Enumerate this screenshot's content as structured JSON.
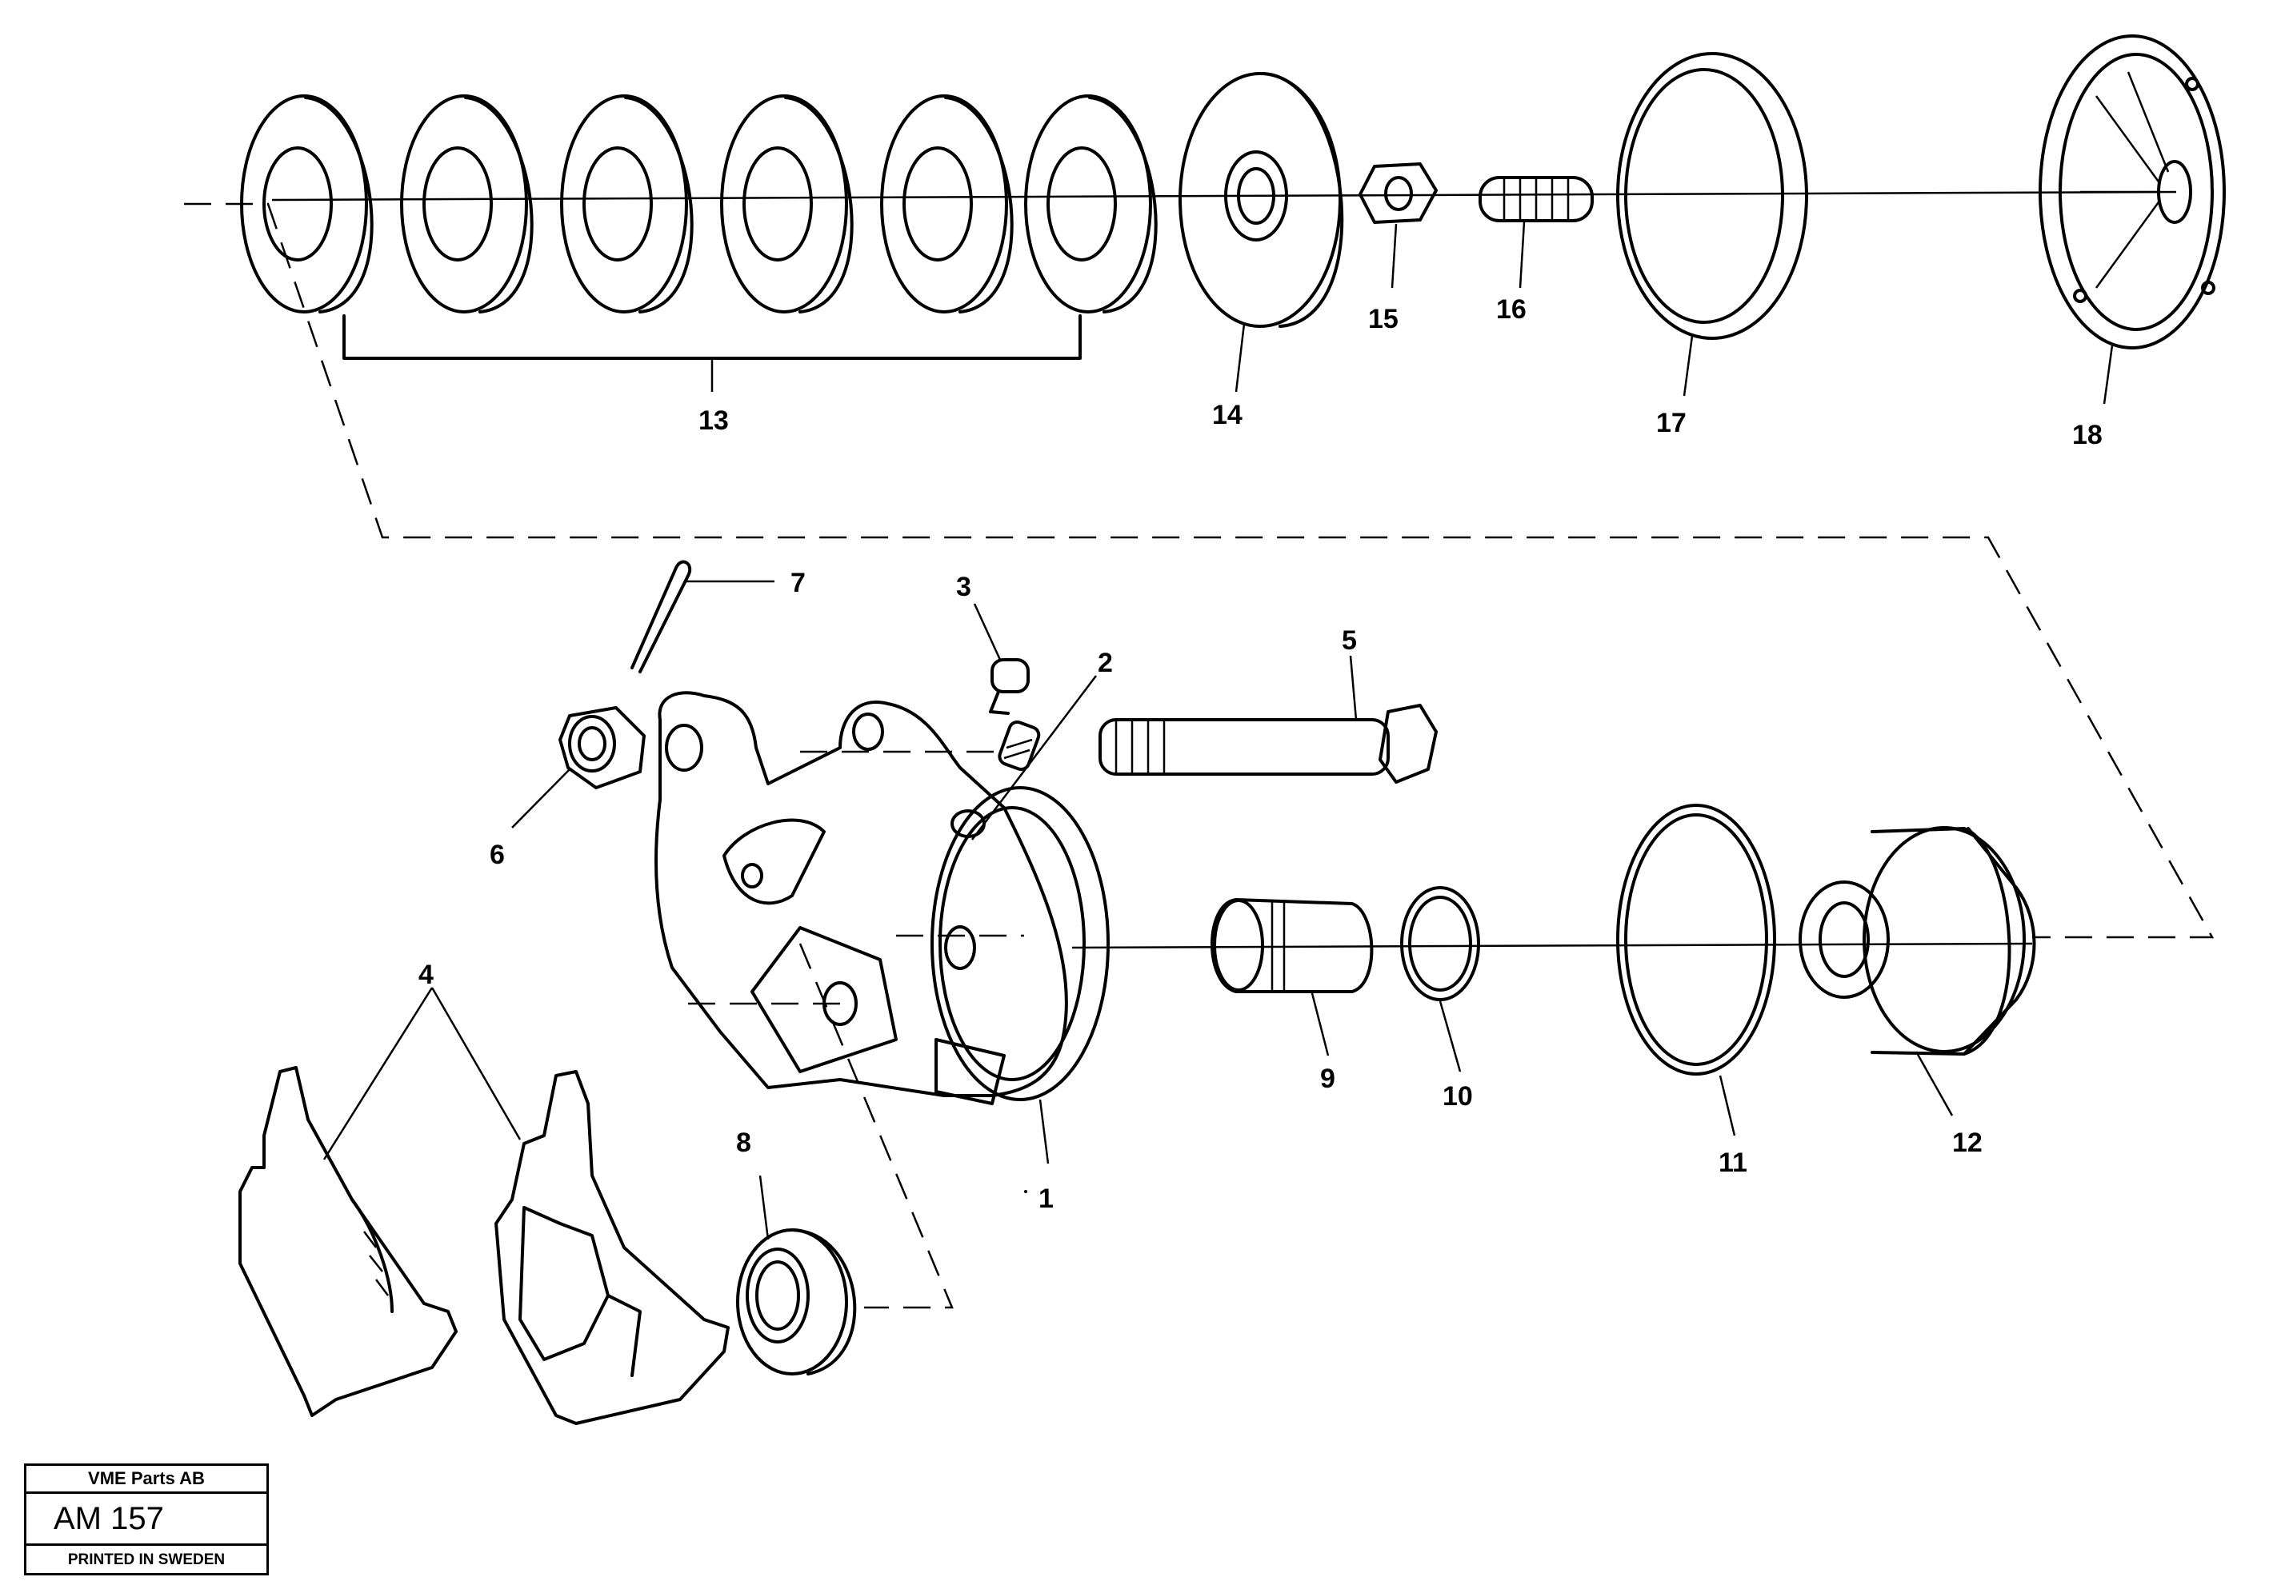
{
  "callouts": {
    "c1": "1",
    "c2": "2",
    "c3": "3",
    "c4": "4",
    "c5": "5",
    "c6": "6",
    "c7": "7",
    "c8": "8",
    "c9": "9",
    "c10": "10",
    "c11": "11",
    "c12": "12",
    "c13": "13",
    "c14": "14",
    "c15": "15",
    "c16": "16",
    "c17": "17",
    "c18": "18"
  },
  "title_block": {
    "company": "VME Parts AB",
    "code": "AM 157",
    "printed": "PRINTED IN SWEDEN"
  }
}
